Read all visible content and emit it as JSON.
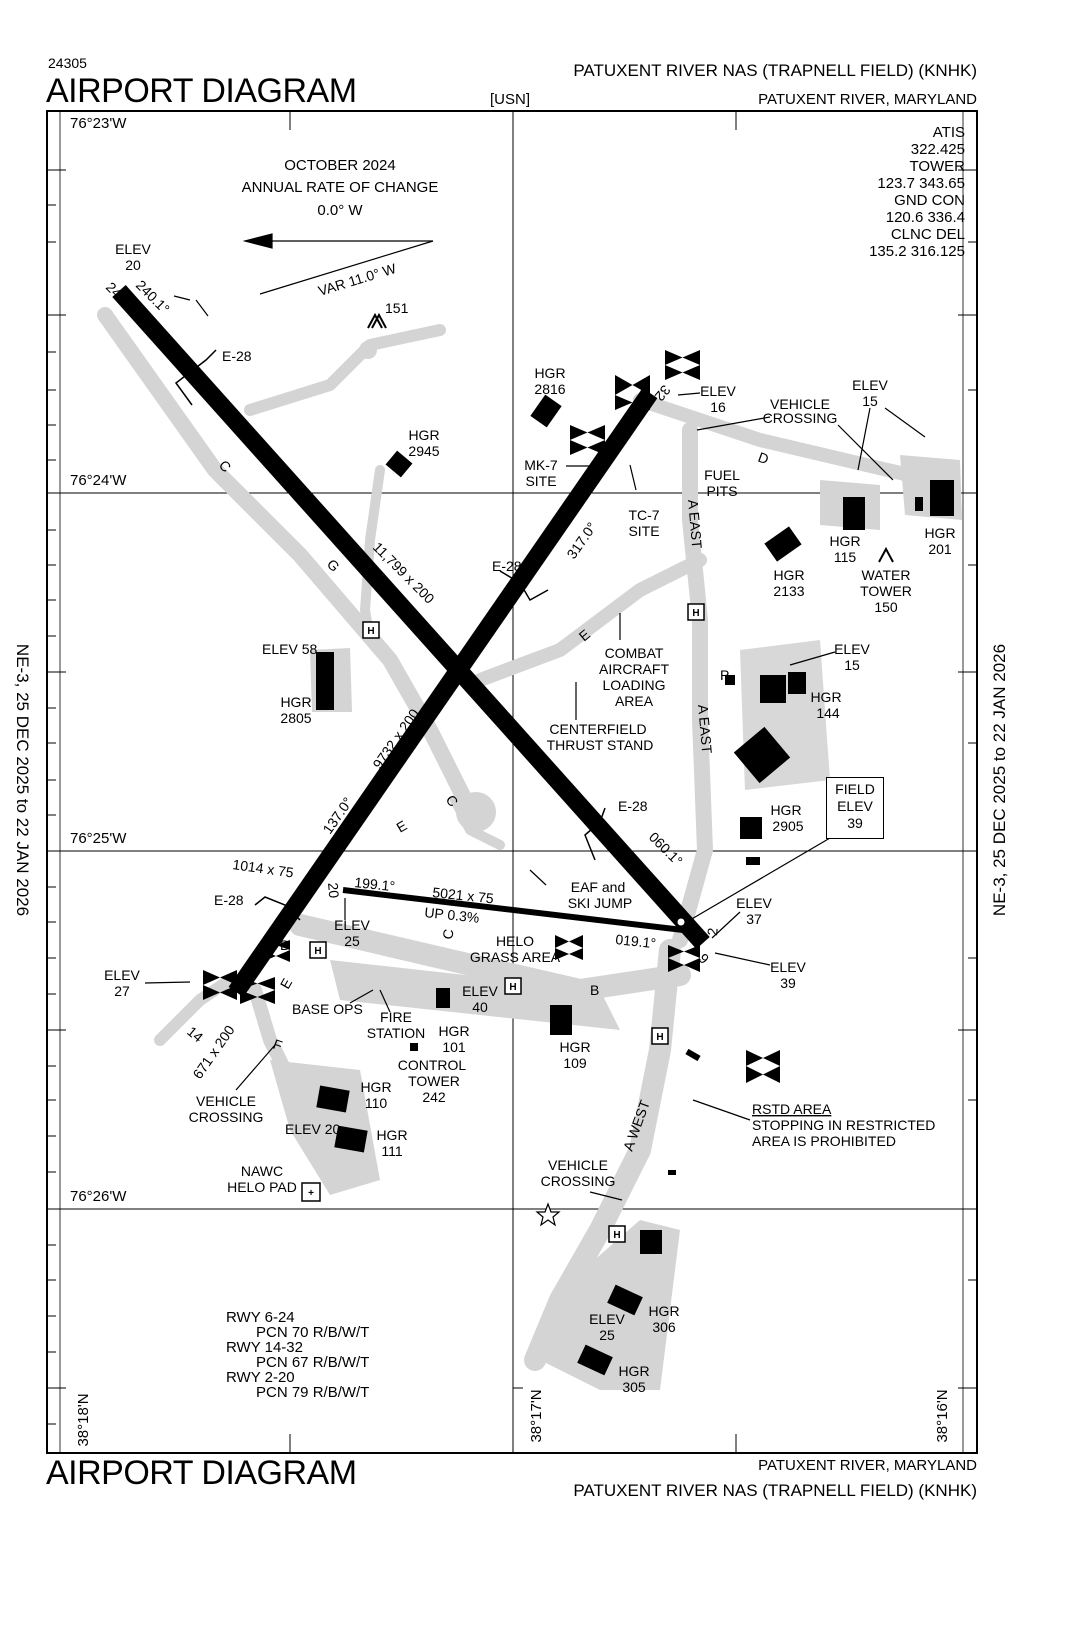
{
  "header": {
    "doc_number": "24305",
    "title": "AIRPORT DIAGRAM",
    "airport_name": "PATUXENT RIVER NAS (TRAPNELL FIELD)  (KNHK)",
    "location": "PATUXENT RIVER, MARYLAND",
    "operator": "[USN]"
  },
  "footer": {
    "title": "AIRPORT DIAGRAM",
    "location": "PATUXENT RIVER, MARYLAND",
    "airport_name": "PATUXENT RIVER NAS (TRAPNELL FIELD)  (KNHK)"
  },
  "side_labels": {
    "left": "NE-3,  25 DEC 2025  to  22 JAN 2026",
    "right": "NE-3,  25 DEC 2025  to  22 JAN 2026"
  },
  "frequencies": [
    "ATIS",
    "322.425",
    "TOWER",
    "123.7  343.65",
    "GND CON",
    "120.6  336.4",
    "CLNC DEL",
    "135.2  316.125"
  ],
  "magnetic": {
    "date": "OCTOBER 2024",
    "rate_label": "ANNUAL RATE OF CHANGE",
    "rate": "0.0° W",
    "variation": "VAR 11.0° W"
  },
  "grid": {
    "lon_1": "76°23'W",
    "lon_2": "76°24'W",
    "lon_3": "76°25'W",
    "lon_4": "76°26'W",
    "lat_1": "38°18'N",
    "lat_2": "38°17'N",
    "lat_3": "38°16'N"
  },
  "runways": {
    "rwy_14_32": {
      "end_14": "14",
      "end_32": "32",
      "dims": "11,799 x 200",
      "hdg_a": "317.0°",
      "hdg_b": "137.0°"
    },
    "rwy_6_24": {
      "end_6": "6",
      "end_24": "24",
      "dims": "9732 x 200",
      "hdg_a": "240.1°",
      "hdg_b": "060.1°"
    },
    "rwy_2_20": {
      "end_2": "2",
      "end_20": "20",
      "dims": "5021 x 75",
      "hdg_a": "199.1°",
      "hdg_b": "019.1°",
      "slope": "UP 0.3%"
    },
    "overrun_1": "1014 x 75",
    "overrun_2": "671 x 200"
  },
  "labels": {
    "elev_20": [
      "ELEV",
      "20"
    ],
    "obst_151": "151",
    "e28": "E-28",
    "hgr_2816": [
      "HGR",
      "2816"
    ],
    "elev_16": [
      "ELEV",
      "16"
    ],
    "vehicle_crossing_top": [
      "VEHICLE",
      "CROSSING"
    ],
    "elev_15_top": [
      "ELEV",
      "15"
    ],
    "hgr_2945": [
      "HGR",
      "2945"
    ],
    "mk7": [
      "MK-7",
      "SITE"
    ],
    "tc7": [
      "TC-7",
      "SITE"
    ],
    "fuel_pits": [
      "FUEL",
      "PITS"
    ],
    "hgr_115": [
      "HGR",
      "115"
    ],
    "hgr_201": [
      "HGR",
      "201"
    ],
    "hgr_2133": [
      "HGR",
      "2133"
    ],
    "water_tower": [
      "WATER",
      "TOWER",
      "150"
    ],
    "elev_58": "ELEV 58",
    "hgr_2805": [
      "HGR",
      "2805"
    ],
    "combat_area": [
      "COMBAT",
      "AIRCRAFT",
      "LOADING",
      "AREA"
    ],
    "thrust_stand": [
      "CENTERFIELD",
      "THRUST STAND"
    ],
    "elev_15_mid": [
      "ELEV",
      "15"
    ],
    "hgr_144": [
      "HGR",
      "144"
    ],
    "hgr_2905": [
      "HGR",
      "2905"
    ],
    "field_elev": [
      "FIELD",
      "ELEV",
      "39"
    ],
    "eaf": [
      "EAF and",
      "SKI JUMP"
    ],
    "elev_37": [
      "ELEV",
      "37"
    ],
    "elev_25_mid": [
      "ELEV",
      "25"
    ],
    "helo_grass": [
      "HELO",
      "GRASS AREA"
    ],
    "elev_39": [
      "ELEV",
      "39"
    ],
    "elev_27": [
      "ELEV",
      "27"
    ],
    "base_ops": "BASE OPS",
    "fire_station": [
      "FIRE",
      "STATION"
    ],
    "elev_40": [
      "ELEV",
      "40"
    ],
    "hgr_101": [
      "HGR",
      "101"
    ],
    "hgr_109": [
      "HGR",
      "109"
    ],
    "control_tower": [
      "CONTROL",
      "TOWER",
      "242"
    ],
    "vehicle_crossing_left": [
      "VEHICLE",
      "CROSSING"
    ],
    "hgr_110": [
      "HGR",
      "110"
    ],
    "elev_20_low": "ELEV 20",
    "hgr_111": [
      "HGR",
      "111"
    ],
    "nawc": [
      "NAWC",
      "HELO PAD"
    ],
    "rstd_title": "RSTD AREA",
    "rstd_text": [
      "STOPPING IN RESTRICTED",
      "AREA IS PROHIBITED"
    ],
    "vehicle_crossing_low": [
      "VEHICLE",
      "CROSSING"
    ],
    "elev_25_low": [
      "ELEV",
      "25"
    ],
    "hgr_306": [
      "HGR",
      "306"
    ],
    "hgr_305": [
      "HGR",
      "305"
    ],
    "p": "P"
  },
  "taxiways": [
    "C",
    "G",
    "E",
    "A EAST",
    "A EAST",
    "D",
    "E",
    "C",
    "E",
    "B",
    "B",
    "C",
    "F",
    "A WEST"
  ],
  "pcn": [
    "RWY 6-24",
    "PCN 70 R/B/W/T",
    "RWY 14-32",
    "PCN 67 R/B/W/T",
    "RWY 2-20",
    "PCN 79 R/B/W/T"
  ]
}
